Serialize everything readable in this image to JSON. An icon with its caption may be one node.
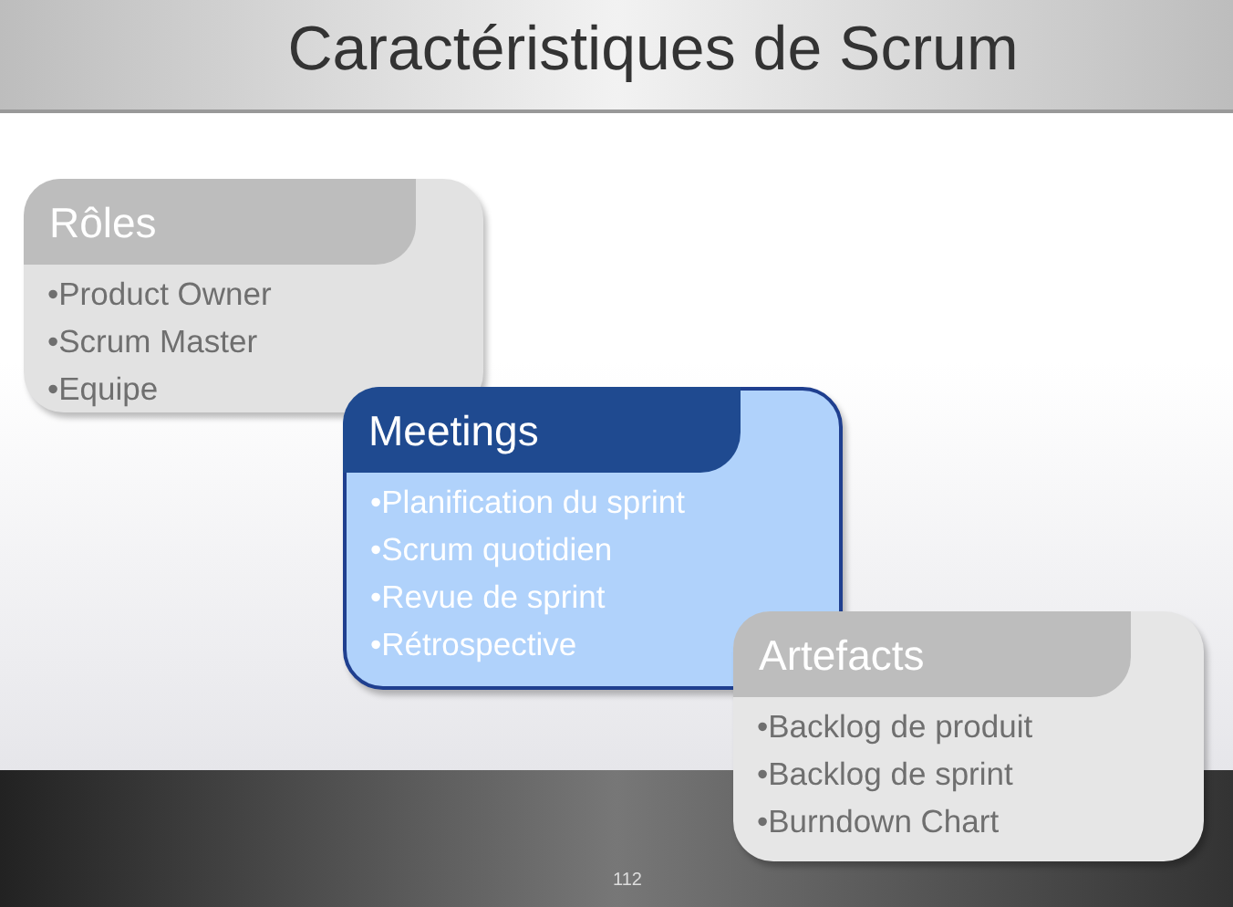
{
  "diagram": {
    "title": "Caractéristiques de Scrum",
    "nodes": [
      {
        "text": [
          "Rôles",
          "•Product Owner",
          "•Scrum Master",
          "•Equipe"
        ]
      },
      {
        "text": [
          "Meetings",
          "•Planification du sprint",
          "•Scrum quotidien",
          "•Revue de sprint",
          "•Rétrospective"
        ]
      },
      {
        "text": [
          "Artefacts",
          "•Backlog de produit",
          "•Backlog de sprint",
          "•Burndown Chart"
        ]
      }
    ],
    "labels": [
      "112"
    ]
  }
}
